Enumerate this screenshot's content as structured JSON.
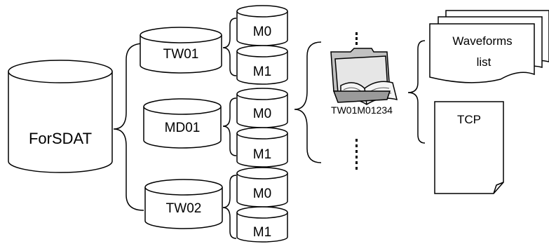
{
  "root": {
    "label": "ForSDAT"
  },
  "groups": [
    {
      "label": "TW01",
      "modes": [
        {
          "label": "M0"
        },
        {
          "label": "M1"
        }
      ]
    },
    {
      "label": "MD01",
      "modes": [
        {
          "label": "M0"
        },
        {
          "label": "M1"
        }
      ]
    },
    {
      "label": "TW02",
      "modes": [
        {
          "label": "M0"
        },
        {
          "label": "M1"
        }
      ]
    }
  ],
  "folder": {
    "label": "TW01M01234",
    "icon": "folder-with-papers-icon"
  },
  "outputs": {
    "waveforms": {
      "line1": "Waveforms",
      "line2": "list",
      "icon": "stacked-documents-icon"
    },
    "tcp": {
      "label": "TCP",
      "icon": "document-icon"
    }
  },
  "colors": {
    "stroke": "#000000",
    "fill": "#ffffff",
    "folder": "#bdbdbd"
  }
}
